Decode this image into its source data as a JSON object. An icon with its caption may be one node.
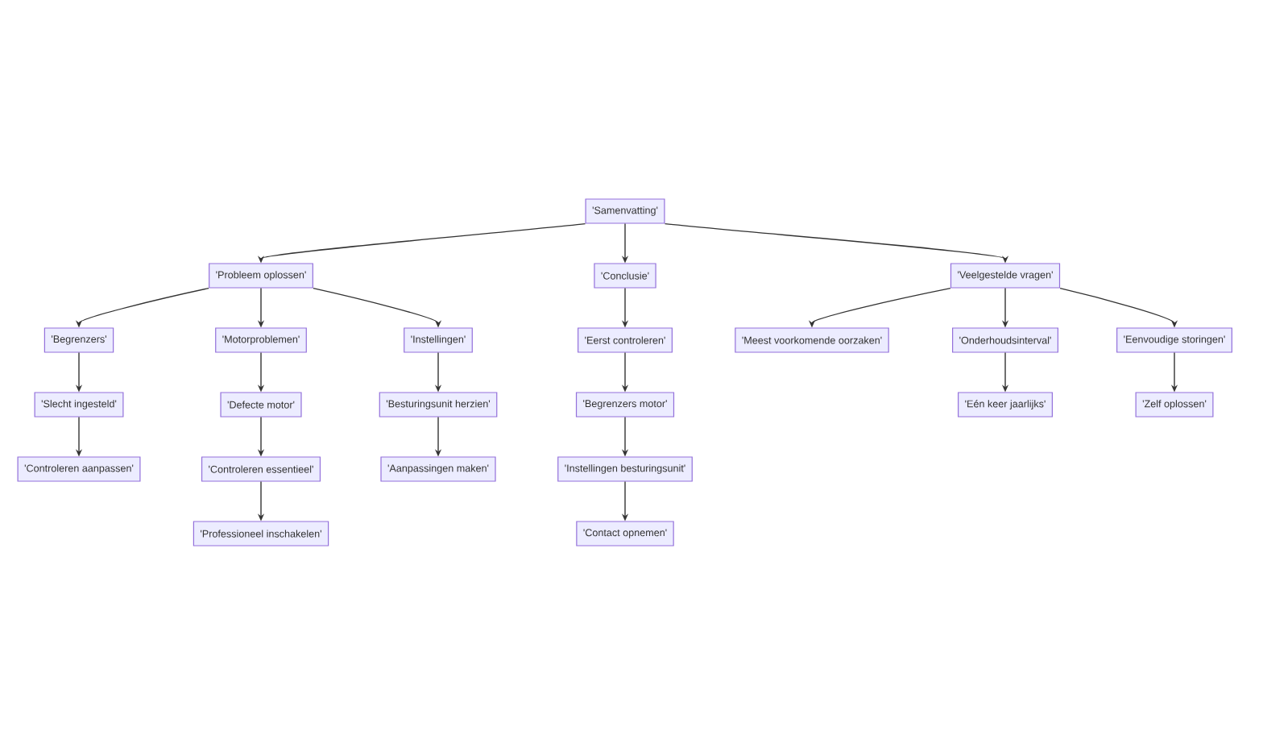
{
  "diagram": {
    "nodes": [
      {
        "text": [
          "'Samenvatting'"
        ]
      },
      {
        "text": [
          "'Probleem oplossen'"
        ]
      },
      {
        "text": [
          "'Begrenzers'"
        ]
      },
      {
        "text": [
          "'Slecht ingesteld'"
        ]
      },
      {
        "text": [
          "'Controleren aanpassen'"
        ]
      },
      {
        "text": [
          "'Motorproblemen'"
        ]
      },
      {
        "text": [
          "'Defecte motor'"
        ]
      },
      {
        "text": [
          "'Controleren essentieel'"
        ]
      },
      {
        "text": [
          "'Professioneel inschakelen'"
        ]
      },
      {
        "text": [
          "'Instellingen'"
        ]
      },
      {
        "text": [
          "'Besturingsunit herzien'"
        ]
      },
      {
        "text": [
          "'Aanpassingen maken'"
        ]
      },
      {
        "text": [
          "'Conclusie'"
        ]
      },
      {
        "text": [
          "'Eerst controleren'"
        ]
      },
      {
        "text": [
          "'Begrenzers motor'"
        ]
      },
      {
        "text": [
          "'Instellingen besturingsunit'"
        ]
      },
      {
        "text": [
          "'Contact opnemen'"
        ]
      },
      {
        "text": [
          "'Veelgestelde vragen'"
        ]
      },
      {
        "text": [
          "'Meest voorkomende oorzaken'"
        ]
      },
      {
        "text": [
          "'Onderhoudsinterval'"
        ]
      },
      {
        "text": [
          "'Eén keer jaarlijks'"
        ]
      },
      {
        "text": [
          "'Eenvoudige storingen'"
        ]
      },
      {
        "text": [
          "'Zelf oplossen'"
        ]
      }
    ],
    "edges": [
      {
        "from": 0,
        "to": 1,
        "arrow": "to"
      },
      {
        "from": 0,
        "to": 12,
        "arrow": "to"
      },
      {
        "from": 0,
        "to": 17,
        "arrow": "to"
      },
      {
        "from": 1,
        "to": 2,
        "arrow": "to"
      },
      {
        "from": 1,
        "to": 5,
        "arrow": "to"
      },
      {
        "from": 1,
        "to": 9,
        "arrow": "to"
      },
      {
        "from": 2,
        "to": 3,
        "arrow": "to"
      },
      {
        "from": 3,
        "to": 4,
        "arrow": "to"
      },
      {
        "from": 5,
        "to": 6,
        "arrow": "to"
      },
      {
        "from": 6,
        "to": 7,
        "arrow": "to"
      },
      {
        "from": 7,
        "to": 8,
        "arrow": "to"
      },
      {
        "from": 9,
        "to": 10,
        "arrow": "to"
      },
      {
        "from": 10,
        "to": 11,
        "arrow": "to"
      },
      {
        "from": 12,
        "to": 13,
        "arrow": "to"
      },
      {
        "from": 13,
        "to": 14,
        "arrow": "to"
      },
      {
        "from": 14,
        "to": 15,
        "arrow": "to"
      },
      {
        "from": 15,
        "to": 16,
        "arrow": "to"
      },
      {
        "from": 17,
        "to": 18,
        "arrow": "to"
      },
      {
        "from": 17,
        "to": 19,
        "arrow": "to"
      },
      {
        "from": 17,
        "to": 21,
        "arrow": "to"
      },
      {
        "from": 19,
        "to": 20,
        "arrow": "to"
      },
      {
        "from": 21,
        "to": 22,
        "arrow": "to"
      }
    ]
  }
}
